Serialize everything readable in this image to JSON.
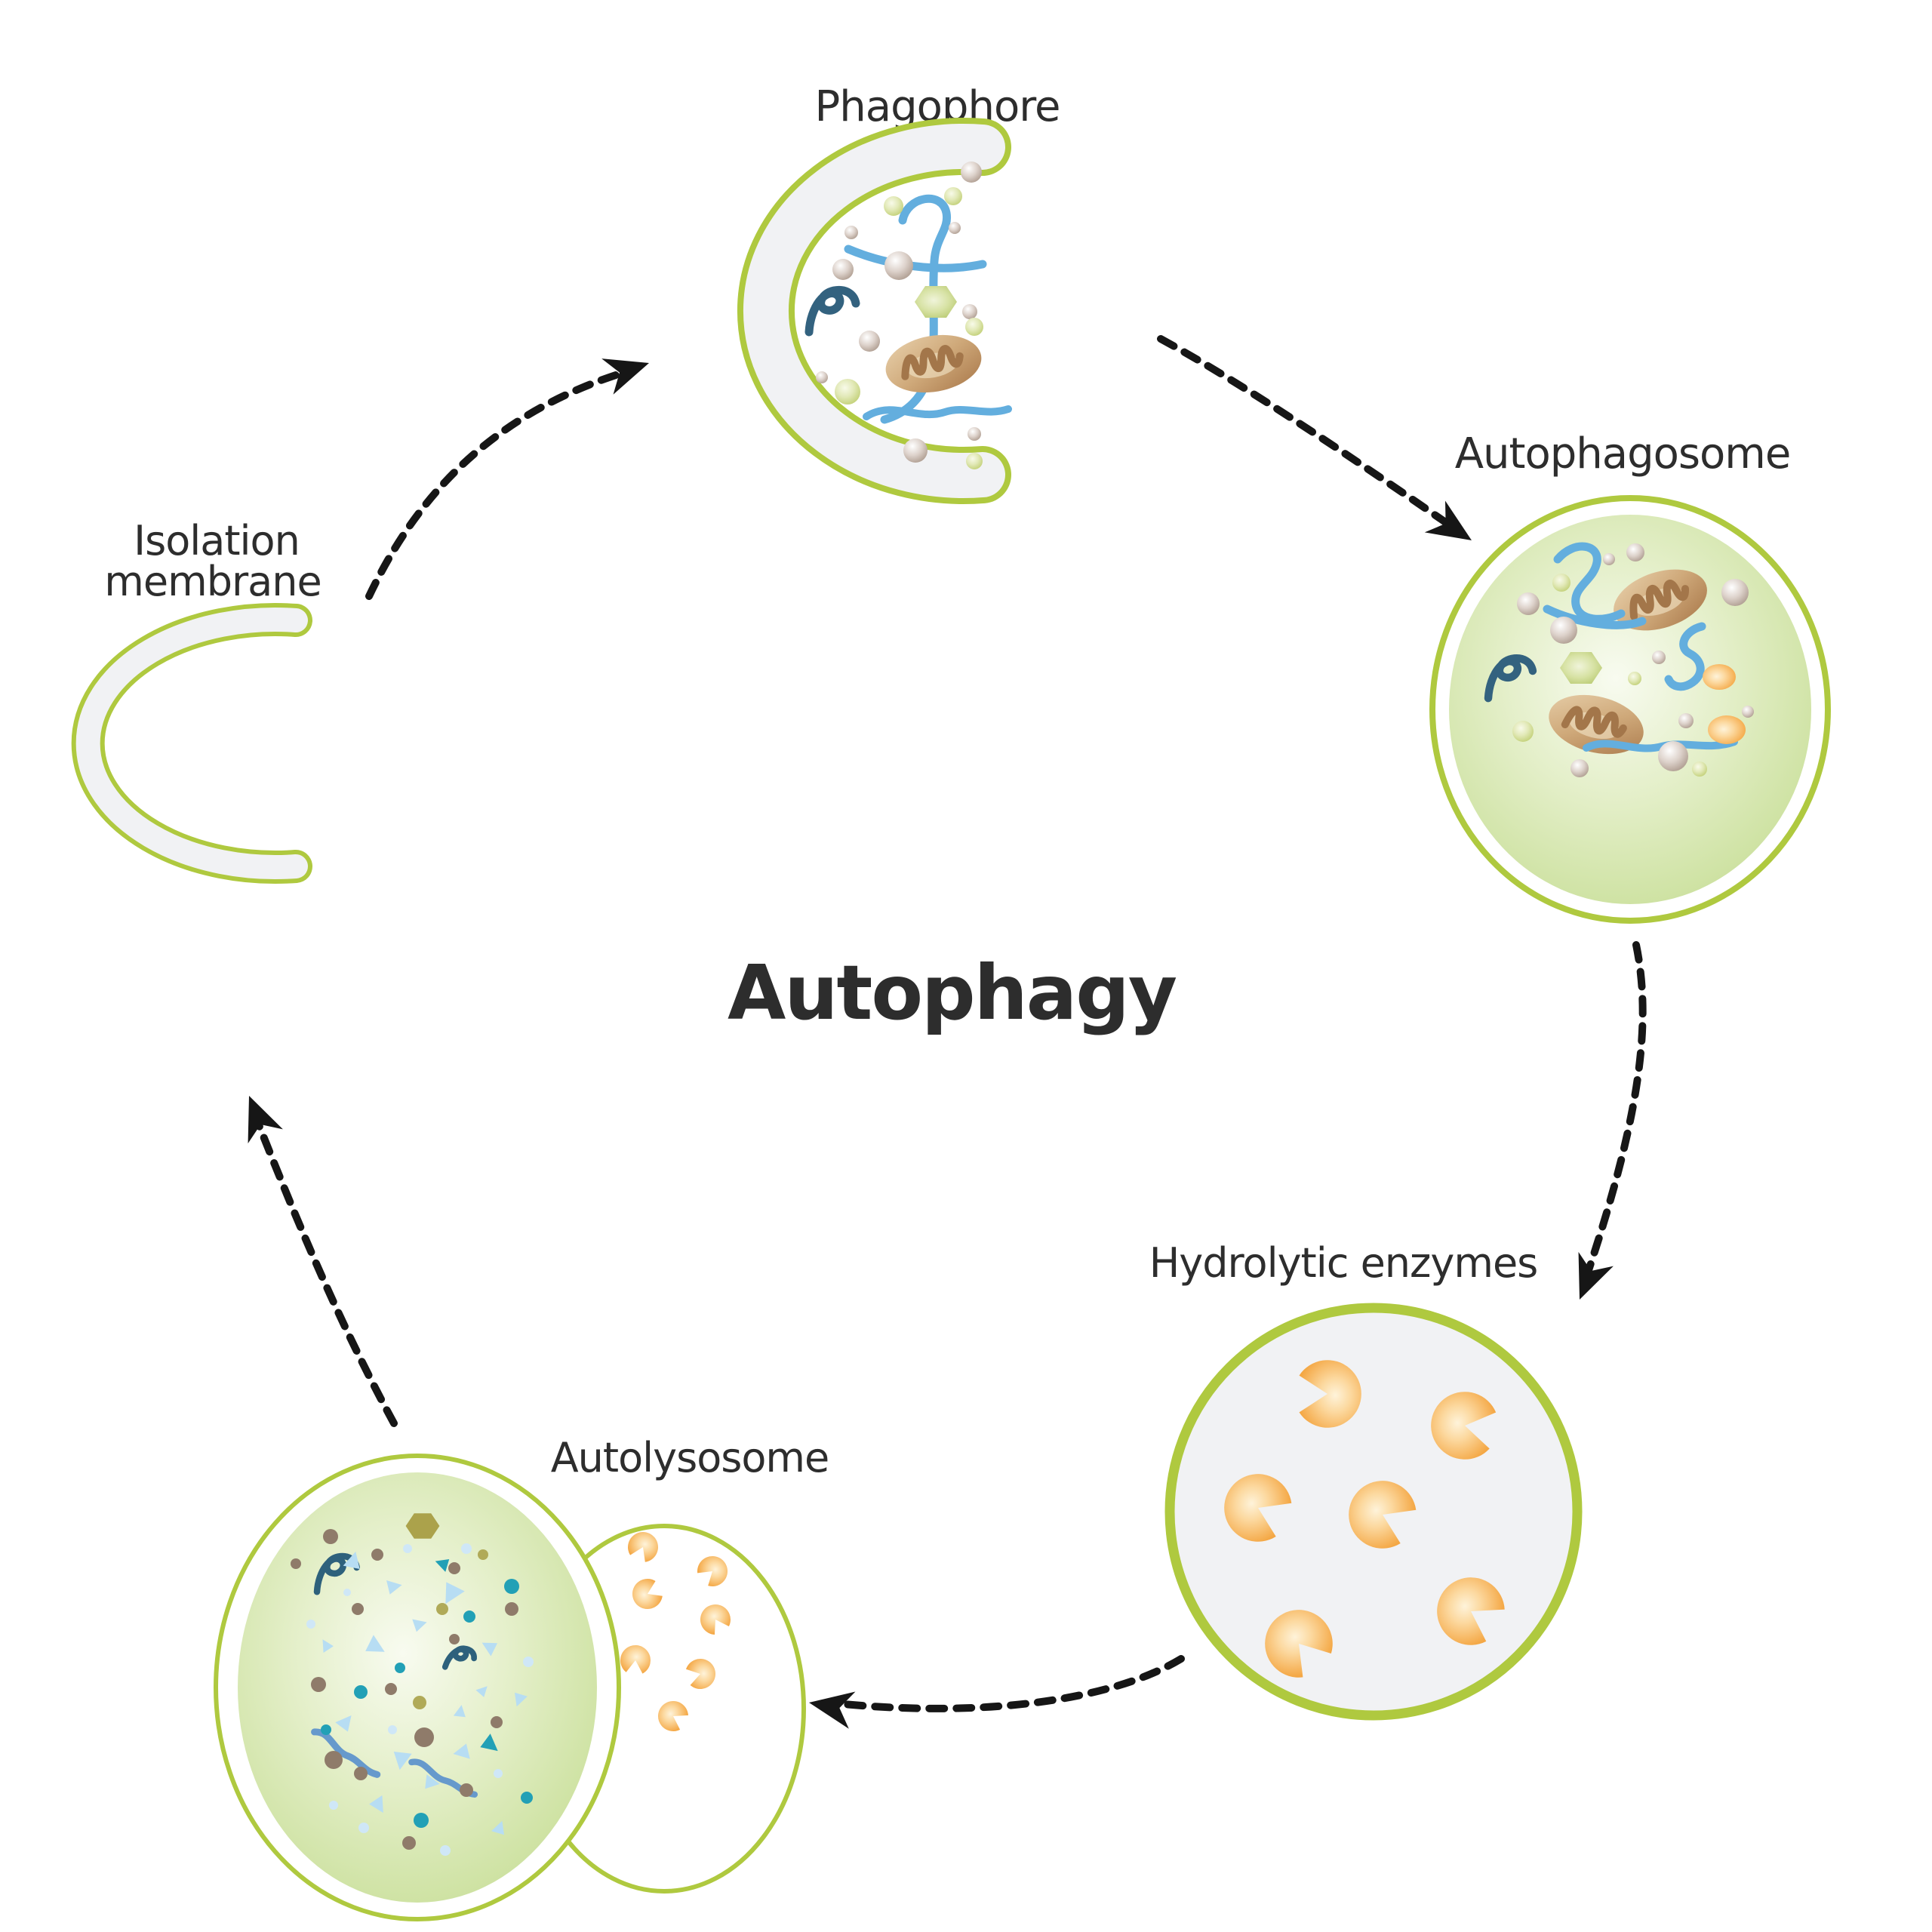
{
  "title": "Autophagy",
  "stages": {
    "phagophore": {
      "label": "Phagophore"
    },
    "autophagosome": {
      "label": "Autophagosome"
    },
    "hydrolytic_enzymes": {
      "label": "Hydrolytic enzymes"
    },
    "autolysosome": {
      "label": "Autolysosome"
    },
    "isolation_membrane": {
      "label_line1": "Isolation",
      "label_line2": "membrane"
    }
  },
  "flow": [
    {
      "from": "Isolation membrane",
      "to": "Phagophore"
    },
    {
      "from": "Phagophore",
      "to": "Autophagosome"
    },
    {
      "from": "Autophagosome",
      "to": "Hydrolytic enzymes"
    },
    {
      "from": "Hydrolytic enzymes",
      "to": "Autolysosome"
    },
    {
      "from": "Autolysosome",
      "to": "Isolation membrane"
    }
  ],
  "counts": {
    "hydrolytic_enzyme_blobs": 6,
    "autolysosome_enzyme_blobs": 7,
    "autophagosome_mitochondria": 2,
    "phagophore_mitochondria": 1
  },
  "colors": {
    "membrane_green": "#afc93f",
    "vesicle_gray": "#f1f2f4",
    "cell_green": "#cfe5a5",
    "enzyme_orange": "#f5a947",
    "mitochondrion_brown": "#c2946a",
    "cargo_light_blue": "#63aede",
    "cargo_dark_teal": "#33627f",
    "debris_teal": "#22a0b6",
    "arrow_black": "#161616",
    "text_dark": "#2d2d2d"
  }
}
